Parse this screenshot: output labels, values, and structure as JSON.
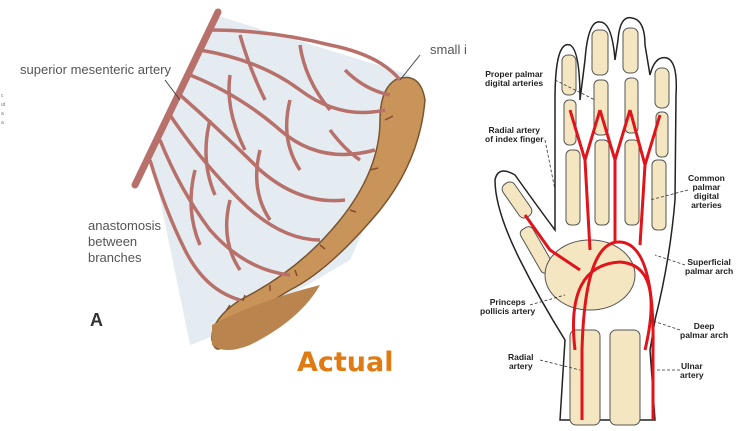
{
  "left_diagram": {
    "labels": {
      "sma": "superior mesenteric artery",
      "small_intestine": "small i",
      "anastomosis": [
        "anastomosis",
        "between",
        "branches"
      ],
      "panel_letter": "A",
      "edge_fragments": [
        "c",
        "ut",
        "a",
        "a"
      ]
    },
    "colors": {
      "artery": "#b8706a",
      "intestine": "#c8945a",
      "mesentery": "#e4ecf2"
    }
  },
  "right_diagram": {
    "labels": {
      "proper_palmar": [
        "Proper palmar",
        "digital arteries"
      ],
      "radial_index": [
        "Radial artery",
        "of index finger"
      ],
      "common_palmar": [
        "Common",
        "palmar",
        "digital",
        "arteries"
      ],
      "superficial_arch": [
        "Superficial",
        "palmar arch"
      ],
      "princeps": [
        "Princeps",
        "pollicis artery"
      ],
      "deep_arch": [
        "Deep",
        "palmar arch"
      ],
      "radial": [
        "Radial",
        "artery"
      ],
      "ulnar": [
        "Ulnar",
        "artery"
      ]
    },
    "colors": {
      "artery": "#e0141a",
      "bone": "#f3e6c0",
      "skin": "#ffffff"
    }
  },
  "caption": "Actual"
}
